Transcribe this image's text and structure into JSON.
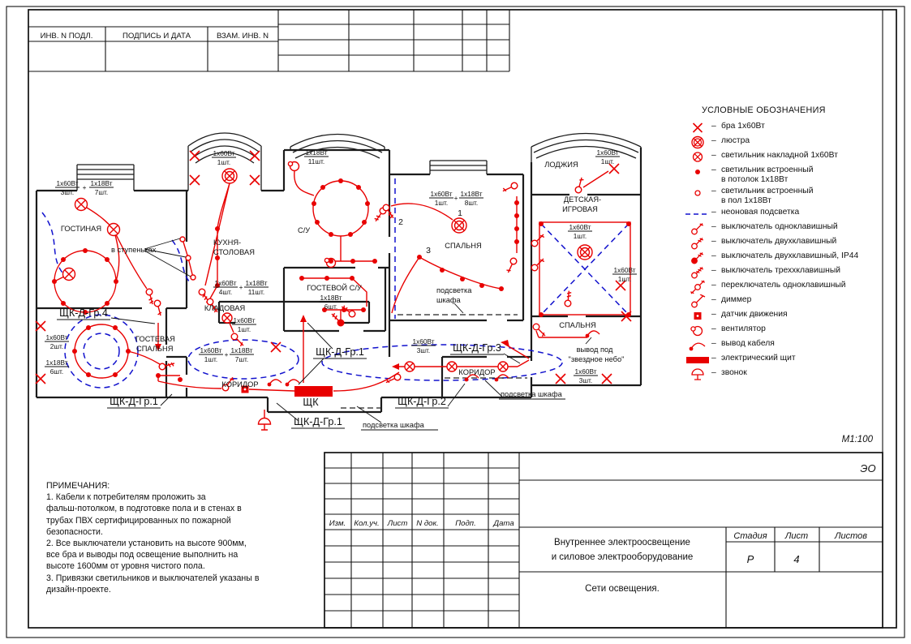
{
  "sheet": {
    "scale_note": "М1:100",
    "doc_code": "ЭО"
  },
  "stamp_top": {
    "inv_podl": "ИНВ. N ПОДЛ.",
    "podpis_data": "ПОДПИСЬ И ДАТА",
    "vzam_inv": "ВЗАМ. ИНВ. N"
  },
  "title_block": {
    "rev_headers": [
      "Изм.",
      "Кол.уч.",
      "Лист",
      "N док.",
      "Подп.",
      "Дата"
    ],
    "project_line1": "Внутреннее электроосвещение",
    "project_line2": "и силовое электрооборудование",
    "sheet_title": "Сети освещения.",
    "stage_label": "Стадия",
    "list_label": "Лист",
    "listov_label": "Листов",
    "stage_value": "Р",
    "list_value": "4",
    "listov_value": ""
  },
  "legend": {
    "title": "УСЛОВНЫЕ ОБОЗНАЧЕНИЯ",
    "dash": "–",
    "items": [
      {
        "icon": "bra",
        "label": "бра 1x60Вт"
      },
      {
        "icon": "chandelier",
        "label": "люстра"
      },
      {
        "icon": "surface-light",
        "label": "светильник накладной 1x60Вт"
      },
      {
        "icon": "recessed-ceiling-light",
        "label": "светильник встроенный\nв потолок 1x18Вт"
      },
      {
        "icon": "recessed-floor-light",
        "label": "светильник встроенный\nв пол 1x18Вт"
      },
      {
        "icon": "neon",
        "label": "неоновая подсветка"
      },
      {
        "icon": "switch-1",
        "label": "выключатель одноклавишный"
      },
      {
        "icon": "switch-2",
        "label": "выключатель двухклавишный"
      },
      {
        "icon": "switch-2-ip44",
        "label": "выключатель двухклавишный, IP44"
      },
      {
        "icon": "switch-3",
        "label": "выключатель треххклавишный"
      },
      {
        "icon": "changeover-switch",
        "label": "переключатель одноклавишный"
      },
      {
        "icon": "dimmer",
        "label": "диммер"
      },
      {
        "icon": "motion-sensor",
        "label": "датчик движения"
      },
      {
        "icon": "fan",
        "label": "вентилятор"
      },
      {
        "icon": "cable-outlet",
        "label": "вывод кабеля"
      },
      {
        "icon": "electrical-panel",
        "label": "электрический щит"
      },
      {
        "icon": "bell",
        "label": "звонок"
      }
    ]
  },
  "notes": {
    "title": "ПРИМЕЧАНИЯ:",
    "items": [
      "1. Кабели к потребителям проложить за\nфальш-потолком, в подготовке пола и в стенах в\nтрубах ПВХ сертифицированных по пожарной\nбезопасности.",
      "2. Все выключатели установить на высоте 900мм,\nвсе бра и выводы под освещение выполнить на\nвысоте 1600мм от уровня чистого пола.",
      "3. Привязки светильников и выключателей указаны в\nдизайн-проекте."
    ]
  },
  "plan": {
    "plus": "+",
    "rooms": {
      "living": "ГОСТИНАЯ",
      "kitchen_1": "КУХНЯ-",
      "kitchen_2": "СТОЛОВАЯ",
      "bathroom": "С/У",
      "guest_bathroom": "ГОСТЕВОЙ С/У",
      "storage": "КЛАДОВАЯ",
      "bedroom_center": "СПАЛЬНЯ",
      "loggia": "ЛОДЖИЯ",
      "nursery_1": "ДЕТСКАЯ-",
      "nursery_2": "ИГРОВАЯ",
      "bedroom_right": "СПАЛЬНЯ",
      "guest_bedroom_1": "ГОСТЕВАЯ",
      "guest_bedroom_2": "СПАЛЬНЯ",
      "corridor_1": "КОРИДОР",
      "corridor_2": "КОРИДОР"
    },
    "annotations": {
      "steps": "в ступеньках",
      "wardrobe_1a": "подсветка",
      "wardrobe_1b": "шкафа",
      "wardrobe_2": "подсветка шкафа",
      "wardrobe_3": "подсветка шкафа",
      "star_1": "вывод под",
      "star_2": "\"звездное небо\"",
      "marker_1": "1",
      "marker_2": "2",
      "marker_3": "3"
    },
    "feeders": {
      "gr4": "ЩК-Д-Гр.4",
      "gr1_left": "ЩК-Д-Гр.1",
      "gr1_center": "ЩК-Д-Гр.1",
      "gr1_bottom": "ЩК-Д-Гр.1",
      "gr2": "ЩК-Д-Гр.2",
      "gr3": "ЩК-Д-Гр.3",
      "panel": "ЩК"
    },
    "fixtures": {
      "living": {
        "n1": "1x60Вт",
        "d1": "3шт.",
        "n2": "1x18Вт",
        "d2": "7шт."
      },
      "kitchen_chandelier": {
        "n1": "1x60Вт",
        "d1": "1шт."
      },
      "kitchen_total": {
        "n1": "1x60Вт",
        "d1": "4шт.",
        "n2": "1x18Вт",
        "d2": "11шт."
      },
      "bathroom": {
        "n1": "1x18Вт",
        "d1": "11шт."
      },
      "guest_bathroom": {
        "n1": "1x18Вт",
        "d1": "6шт."
      },
      "storage": {
        "n1": "1x60Вт",
        "d1": "1шт."
      },
      "hall": {
        "n1": "1x60Вт",
        "d1": "1шт.",
        "n2": "1x18Вт",
        "d2": "7шт."
      },
      "bedroom_center": {
        "n1": "1x60Вт",
        "d1": "1шт.",
        "n2": "1x18Вт",
        "d2": "8шт."
      },
      "loggia": {
        "n1": "1x60Вт",
        "d1": "1шт."
      },
      "nursery_center": {
        "n1": "1x60Вт",
        "d1": "1шт."
      },
      "nursery_right": {
        "n1": "1x60Вт",
        "d1": "1шт."
      },
      "bedroom_right": {
        "n1": "1x60Вт",
        "d1": "3шт."
      },
      "corridor_right": {
        "n1": "1x60Вт",
        "d1": "3шт."
      },
      "guest_bedroom_60": {
        "n1": "1x60Вт",
        "d1": "2шт."
      },
      "guest_bedroom_18": {
        "n1": "1x18Вт",
        "d1": "6шт."
      }
    }
  },
  "colors": {
    "wiring_red": "#e80000",
    "neon_blue": "#1212cd",
    "line_black": "#1b1b1b"
  }
}
